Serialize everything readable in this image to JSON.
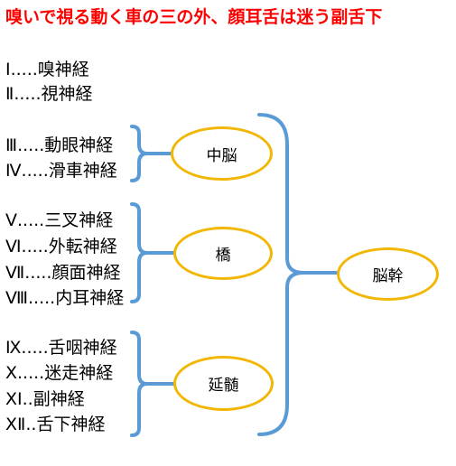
{
  "mnemonic": "嗅いで視る動く車の三の外、顔耳舌は迷う副舌下",
  "nerves": [
    "Ⅰ.....嗅神経",
    "Ⅱ.....視神経",
    "Ⅲ.....動眼神経",
    "Ⅳ.....滑車神経",
    "Ⅴ.....三叉神経",
    "Ⅵ.....外転神経",
    "Ⅶ.....顔面神経",
    "Ⅷ.....内耳神経",
    "Ⅸ.....舌咽神経",
    "Ⅹ.....迷走神経",
    "ⅩⅠ..副神経",
    "ⅩⅡ..舌下神経"
  ],
  "regions": {
    "midbrain": "中脳",
    "pons": "橋",
    "medulla": "延髄",
    "brainstem": "脳幹"
  },
  "colors": {
    "mnemonic": "#ff0000",
    "bracket": "#5b9bd5",
    "ellipse": "#f2b705"
  }
}
